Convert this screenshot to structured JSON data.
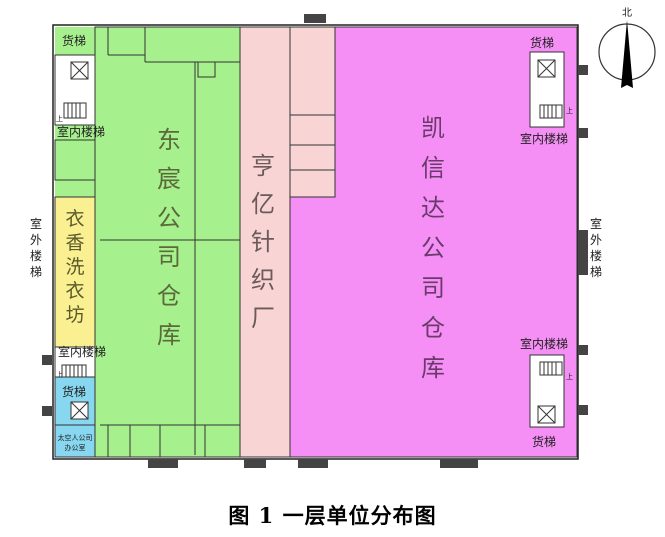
{
  "caption": "图 1 一层单位分布图",
  "compass": {
    "north_label": "北"
  },
  "units": {
    "dongchen": {
      "name": [
        "东",
        "宸",
        "公",
        "司",
        "仓",
        "库"
      ],
      "color": "#a6f08e"
    },
    "hengyi": {
      "name": [
        "亨",
        "亿",
        "针",
        "织",
        "厂"
      ],
      "color": "#f9d4d4"
    },
    "kaixinda": {
      "name": [
        "凯",
        "信",
        "达",
        "公",
        "司",
        "仓",
        "库"
      ],
      "color": "#f58ff5"
    },
    "yixiang": {
      "name": [
        "衣",
        "香",
        "洗",
        "衣",
        "坊"
      ],
      "color": "#faf092"
    },
    "office": {
      "name": [
        "太空人公司",
        "办公室"
      ],
      "color": "#87d7f0"
    }
  },
  "labels": {
    "freight_elevator": "货梯",
    "indoor_stairs": "室内楼梯",
    "outdoor_stairs": [
      "室",
      "外",
      "楼",
      "梯"
    ],
    "up_mark": "上"
  }
}
